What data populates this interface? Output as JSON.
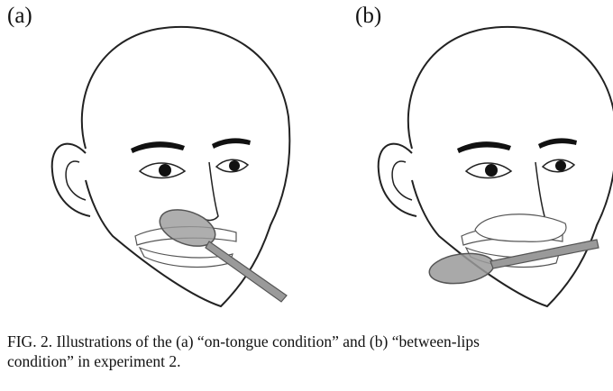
{
  "figure": {
    "panels": [
      {
        "label": "(a)",
        "condition": "on-tongue"
      },
      {
        "label": "(b)",
        "condition": "between-lips"
      }
    ],
    "caption_line1": "FIG. 2.  Illustrations of the (a) “on-tongue condition” and (b) “between-lips",
    "caption_line2": "condition” in experiment 2.",
    "colors": {
      "line": "#222222",
      "spoon": "#9a9a9a",
      "spoon_stroke": "#555555"
    }
  }
}
